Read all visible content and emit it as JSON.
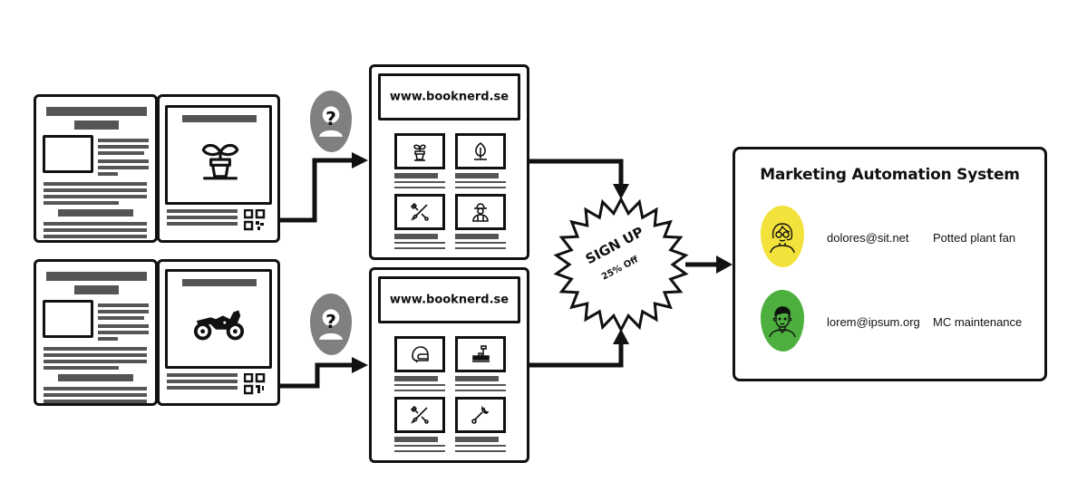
{
  "flows": [
    {
      "id": "plant",
      "theme": "potted plant",
      "website": "www.booknerd.se",
      "print_ad_icon": "potted-plant-icon",
      "qr_code_icon": "qr-code-icon",
      "visitor_icon": "unknown-person-icon",
      "product_tiles": [
        {
          "icon": "plant-pot-icon"
        },
        {
          "icon": "leaf-icon"
        },
        {
          "icon": "garden-tools-icon"
        },
        {
          "icon": "gardener-icon"
        }
      ]
    },
    {
      "id": "motorcycle",
      "theme": "motorcycle",
      "website": "www.booknerd.se",
      "print_ad_icon": "motorcycle-icon",
      "qr_code_icon": "qr-code-icon",
      "visitor_icon": "unknown-person-icon",
      "product_tiles": [
        {
          "icon": "helmet-icon"
        },
        {
          "icon": "bike-stand-icon"
        },
        {
          "icon": "garden-tools-icon"
        },
        {
          "icon": "wrench-icon"
        }
      ]
    }
  ],
  "signup": {
    "title": "SIGN UP",
    "subtitle": "25% Off"
  },
  "mas": {
    "title": "Marketing Automation System",
    "contacts": [
      {
        "email": "dolores@sit.net",
        "interest": "Potted plant fan",
        "avatar_color": "#f4e23c",
        "avatar_icon": "woman-avatar-icon"
      },
      {
        "email": "lorem@ipsum.org",
        "interest": "MC maintenance",
        "avatar_color": "#4caf3e",
        "avatar_icon": "man-avatar-icon"
      }
    ]
  },
  "colors": {
    "stroke": "#111111",
    "placeholder_bar": "#555555",
    "unknown_bg": "#808080"
  }
}
